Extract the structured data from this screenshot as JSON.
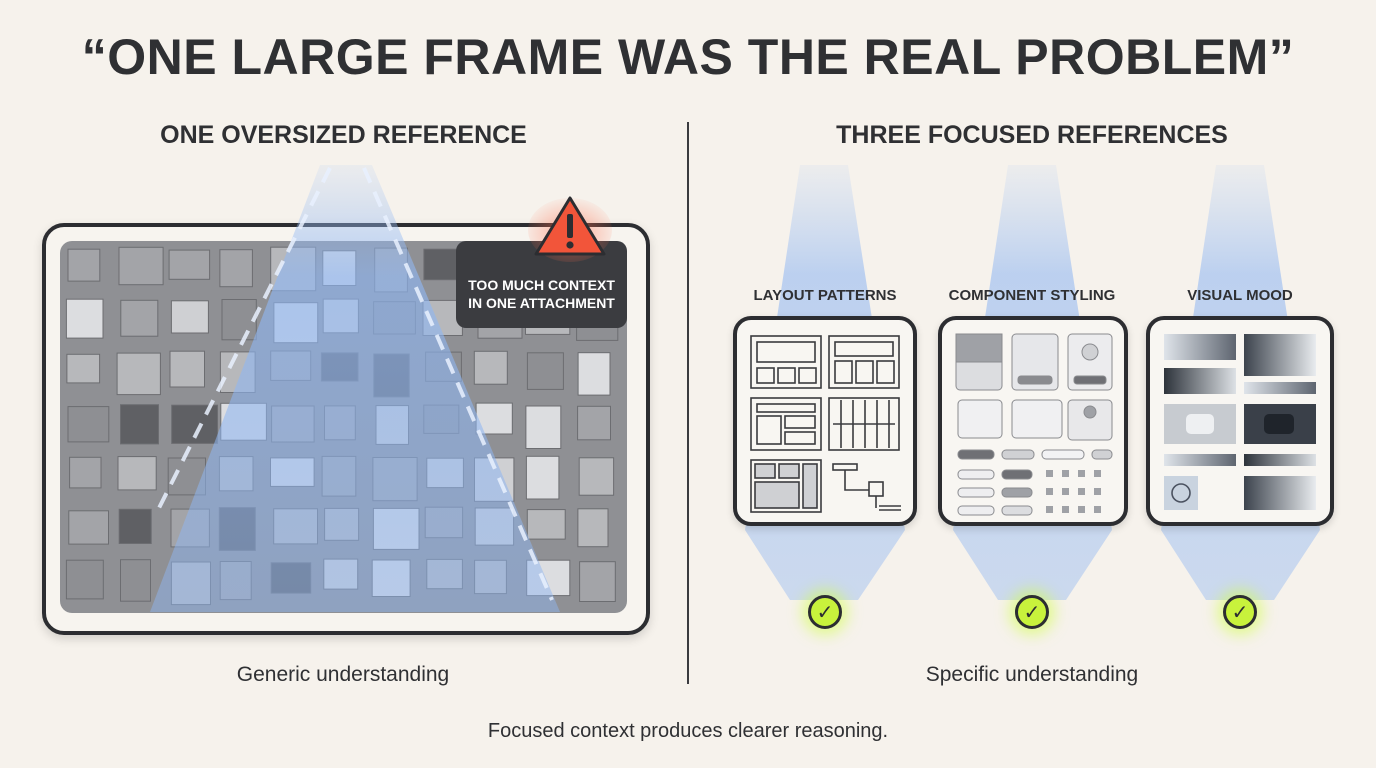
{
  "title": "“ONE LARGE FRAME WAS THE REAL PROBLEM”",
  "left": {
    "heading": "ONE OVERSIZED REFERENCE",
    "warning_lines": [
      "TOO MUCH CONTEXT",
      "IN ONE ATTACHMENT"
    ],
    "caption": "Generic understanding"
  },
  "right": {
    "heading": "THREE FOCUSED REFERENCES",
    "cards": [
      {
        "label": "LAYOUT PATTERNS"
      },
      {
        "label": "COMPONENT STYLING"
      },
      {
        "label": "VISUAL MOOD"
      }
    ],
    "caption": "Specific understanding"
  },
  "footer": "Focused context produces clearer reasoning.",
  "colors": {
    "background": "#f6f2ec",
    "beam": "#8fb6f2",
    "warning": "#f2553a",
    "check": "#c8f23c",
    "frame": "#2c2d31"
  },
  "icons": [
    "warning-icon",
    "check-icon"
  ]
}
